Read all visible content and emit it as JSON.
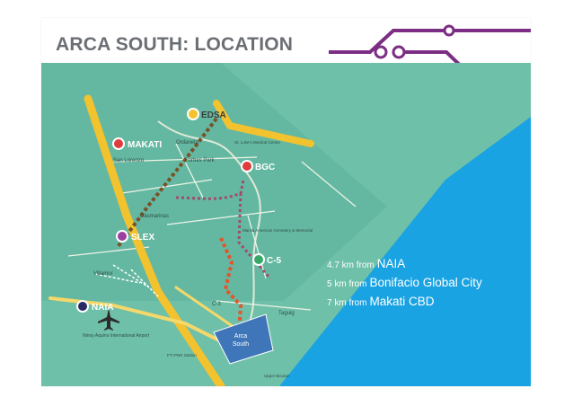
{
  "slide": {
    "title": "ARCA SOUTH: LOCATION"
  },
  "map": {
    "markers": {
      "makati": "MAKATI",
      "edsa": "EDSA",
      "bgc": "BGC",
      "slex": "SLEX",
      "c5": "C-5",
      "naia": "NAIA"
    },
    "places": {
      "san_lorenzo": "San Lorenzo",
      "ordaneta": "Ordaneta",
      "forbes_park": "Forbes Park",
      "dasmarinas": "Dasmarinas",
      "villamor": "Villamor",
      "taguig": "Taguig",
      "c3": "C-3",
      "airport": "Ninoy Aquino International Airport",
      "st_lukes": "St. Luke's Medical Center",
      "manila_american": "Manila American Cemetery & Memorial",
      "fti_station": "FTI PNR Station",
      "upper_bicutan": "Upper Bicutan",
      "arca_line1": "Arca",
      "arca_line2": "South"
    }
  },
  "distances": [
    {
      "distance": "4.7 km from",
      "destination": "NAIA"
    },
    {
      "distance": "5 km from",
      "destination": "Bonifacio Global City"
    },
    {
      "distance": "7 km from",
      "destination": "Makati CBD"
    }
  ],
  "colors": {
    "map_teal": "#6fc0a8",
    "road_yellow": "#f2c22f",
    "info_blue": "#1aa3e2",
    "circuit_purple": "#7b2e83",
    "title_gray": "#6b6f74"
  }
}
